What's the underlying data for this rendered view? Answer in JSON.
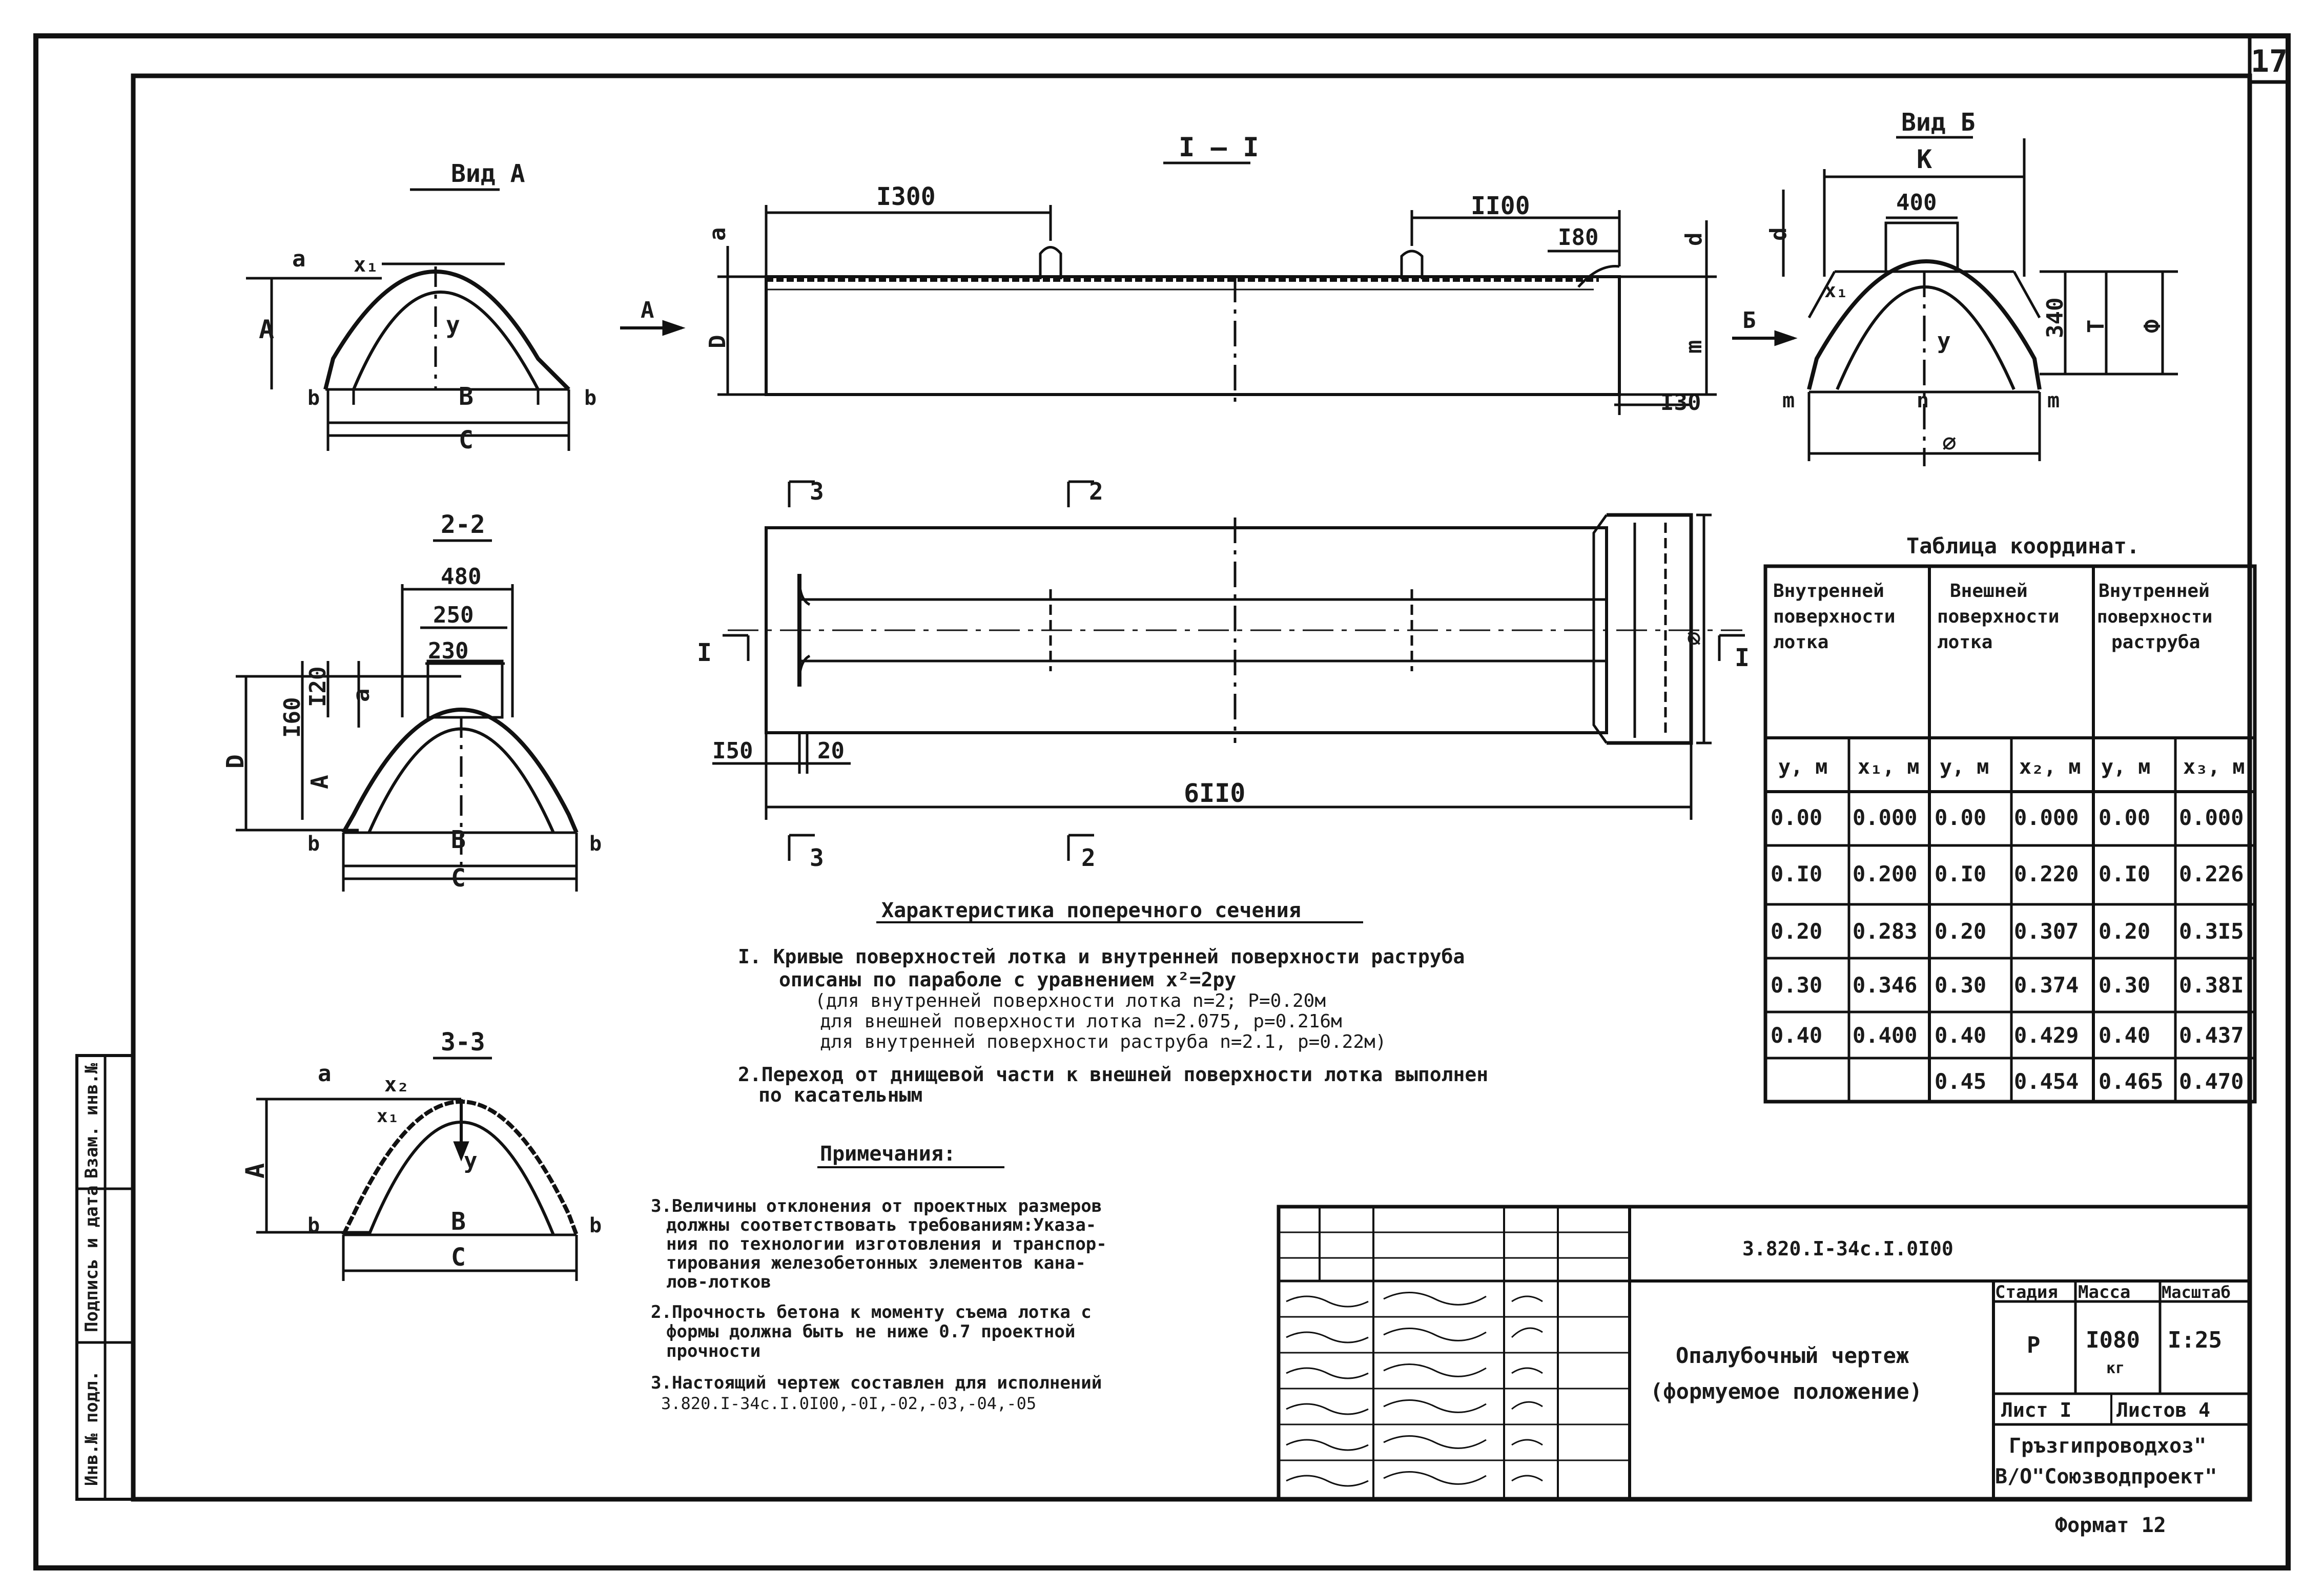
{
  "page_number": "17",
  "format_label": "Формат 12",
  "side_stamp": [
    "Инв.№ подл.",
    "Подпись и дата",
    "Взам. инв.№"
  ],
  "views": {
    "vid_a": {
      "title": "Вид А",
      "labels": {
        "a": "a",
        "x1": "x₁",
        "y": "y",
        "A": "A",
        "B": "B",
        "C": "C",
        "b": "b"
      }
    },
    "section_1_1": {
      "title": "I – I",
      "dim_1300": "I300",
      "dim_1100": "II00",
      "dim_180": "I80",
      "dim_130": "I30",
      "labels": {
        "a": "a",
        "D": "D",
        "A_arrow": "A",
        "B_arrow": "Б",
        "m": "m",
        "d": "d"
      }
    },
    "vid_b": {
      "title": "Вид Б",
      "dim_K": "K",
      "dim_400": "400",
      "dim_340": "340",
      "labels": {
        "d": "d",
        "x1": "x₁",
        "y": "y",
        "T": "T",
        "F": "Ф",
        "m": "m",
        "n": "n",
        "diam": "∅"
      }
    },
    "plan": {
      "cut_3": "3",
      "cut_2": "2",
      "cut_I": "I",
      "dim_150": "I50",
      "dim_20": "20",
      "dim_6110": "6II0",
      "diam": "∅"
    },
    "section_2_2": {
      "title": "2-2",
      "dim_480": "480",
      "dim_250": "250",
      "dim_230": "230",
      "dim_160": "I60",
      "dim_120": "I20",
      "labels": {
        "a": "a",
        "D": "D",
        "A": "A",
        "B": "B",
        "C": "C",
        "b": "b"
      }
    },
    "section_3_3": {
      "title": "3-3",
      "labels": {
        "a": "a",
        "x2": "x₂",
        "x1": "x₁",
        "y": "y",
        "A": "A",
        "B": "B",
        "C": "C",
        "b": "b"
      }
    }
  },
  "characteristic": {
    "title": "Характеристика поперечного сечения",
    "item1": "I. Кривые поверхностей лотка и внутренней поверхности раструба",
    "item1_l2": "описаны по параболе с уравнением  x²=2py",
    "item1_l3": "(для внутренней поверхности лотка n=2; P=0.20м",
    "item1_l4": "для внешней поверхности лотка n=2.075,  p=0.216м",
    "item1_l5": "для внутренней поверхности раструба n=2.1, p=0.22м)",
    "item2": "2.Переход от днищевой части к внешней поверхности лотка выполнен",
    "item2_l2": "по касательным"
  },
  "notes": {
    "title": "Примечания:",
    "n3_l1": "3.Величины отклонения от проектных размеров",
    "n3_l2": "должны соответствовать требованиям:Указа-",
    "n3_l3": "ния по технологии изготовления и транспор-",
    "n3_l4": "тирования железобетонных элементов кана-",
    "n3_l5": "лов-лотков",
    "n2_l1": "2.Прочность бетона к моменту съема лотка с",
    "n2_l2": "формы должна быть не ниже 0.7 проектной",
    "n2_l3": "прочности",
    "n1_l1": "3.Настоящий чертеж составлен для исполнений",
    "n1_l2": "3.820.I-34с.I.0I00,-0I,-02,-03,-04,-05"
  },
  "coord_table": {
    "title": "Таблица координат.",
    "groups": [
      {
        "l1": "Внутренней",
        "l2": "поверхности",
        "l3": "лотка"
      },
      {
        "l1": "Внешней",
        "l2": "поверхности",
        "l3": "лотка"
      },
      {
        "l1": "Внутренней",
        "l2": "поверхности",
        "l3": "раструба"
      }
    ],
    "headers": [
      "y, м",
      "x₁, м",
      "y, м",
      "x₂, м",
      "y, м",
      "x₃, м"
    ],
    "rows": [
      [
        "0.00",
        "0.000",
        "0.00",
        "0.000",
        "0.00",
        "0.000"
      ],
      [
        "0.I0",
        "0.200",
        "0.I0",
        "0.220",
        "0.I0",
        "0.226"
      ],
      [
        "0.20",
        "0.283",
        "0.20",
        "0.307",
        "0.20",
        "0.3I5"
      ],
      [
        "0.30",
        "0.346",
        "0.30",
        "0.374",
        "0.30",
        "0.38I"
      ],
      [
        "0.40",
        "0.400",
        "0.40",
        "0.429",
        "0.40",
        "0.437"
      ],
      [
        "",
        "",
        "0.45",
        "0.454",
        "0.465",
        "0.470"
      ]
    ]
  },
  "title_block": {
    "doc_code": "3.820.I-34с.I.0I00",
    "drawing_name_l1": "Опалубочный чертеж",
    "drawing_name_l2": "(формуемое положение)",
    "stage_h": "Стадия",
    "mass_h": "Масса",
    "scale_h": "Масштаб",
    "stage": "Р",
    "mass": "I080",
    "mass_unit": "кг",
    "scale": "I:25",
    "sheet": "Лист I",
    "sheets": "Листов 4",
    "org_l1": "Гръзгипроводхоз\"",
    "org_l2": "В/О\"Союзводпроект\""
  }
}
